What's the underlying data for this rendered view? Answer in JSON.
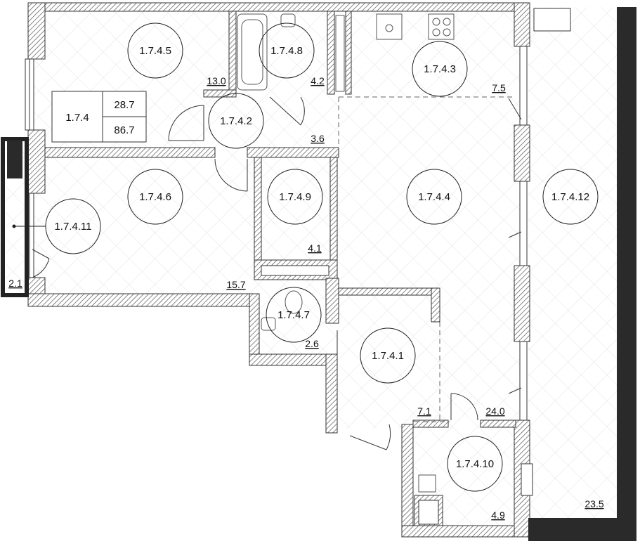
{
  "summary": {
    "apartment_id": "1.7.4",
    "living_area": "28.7",
    "total_area": "86.7"
  },
  "rooms": [
    {
      "key": "r5",
      "id": "1.7.4.5",
      "area": "13.0"
    },
    {
      "key": "r8",
      "id": "1.7.4.8",
      "area": "4.2"
    },
    {
      "key": "r3",
      "id": "1.7.4.3",
      "area": "7.5"
    },
    {
      "key": "r2",
      "id": "1.7.4.2",
      "area": "3.6"
    },
    {
      "key": "r6",
      "id": "1.7.4.6",
      "area": "15.7"
    },
    {
      "key": "r9",
      "id": "1.7.4.9",
      "area": "4.1"
    },
    {
      "key": "r4",
      "id": "1.7.4.4",
      "area": "24.0"
    },
    {
      "key": "r12",
      "id": "1.7.4.12",
      "area": "23.5"
    },
    {
      "key": "r11",
      "id": "1.7.4.11",
      "area": "2.1"
    },
    {
      "key": "r7",
      "id": "1.7.4.7",
      "area": "2.6"
    },
    {
      "key": "r1",
      "id": "1.7.4.1",
      "area": "7.1"
    },
    {
      "key": "r10",
      "id": "1.7.4.10",
      "area": "4.9"
    }
  ]
}
